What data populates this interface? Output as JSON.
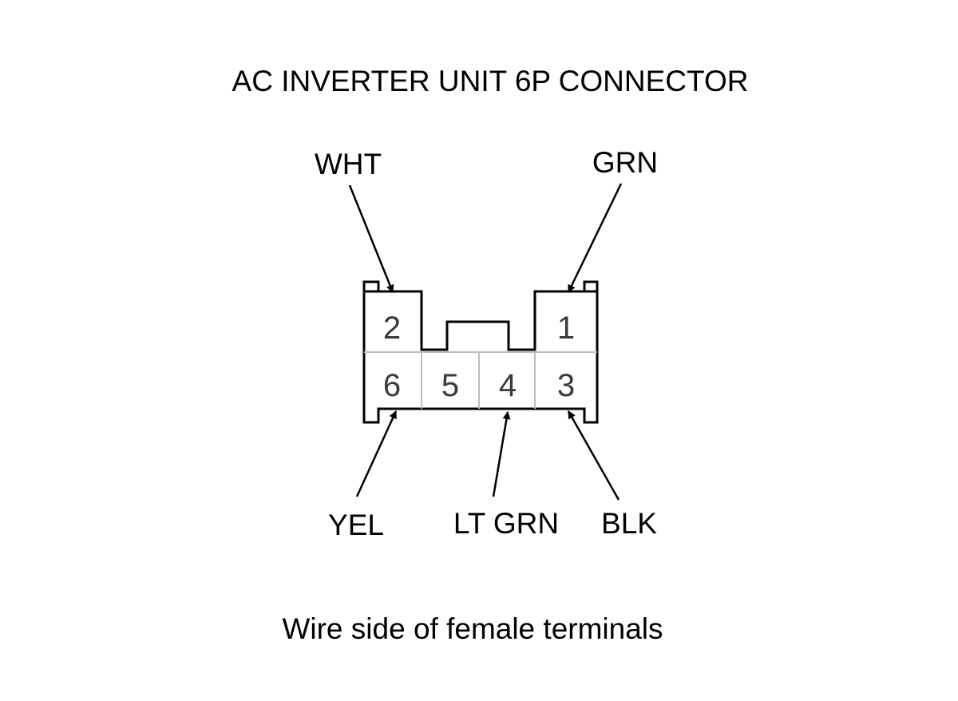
{
  "title": "AC INVERTER UNIT 6P CONNECTOR",
  "caption": "Wire side of female terminals",
  "connector": {
    "pins": {
      "p1": "1",
      "p2": "2",
      "p3": "3",
      "p4": "4",
      "p5": "5",
      "p6": "6"
    }
  },
  "wires": {
    "pin2": "WHT",
    "pin1": "GRN",
    "pin6": "YEL",
    "pin4": "LT GRN",
    "pin3": "BLK"
  },
  "colors": {
    "outline": "#000000",
    "divider": "#bdbdbd",
    "text": "#000000"
  }
}
